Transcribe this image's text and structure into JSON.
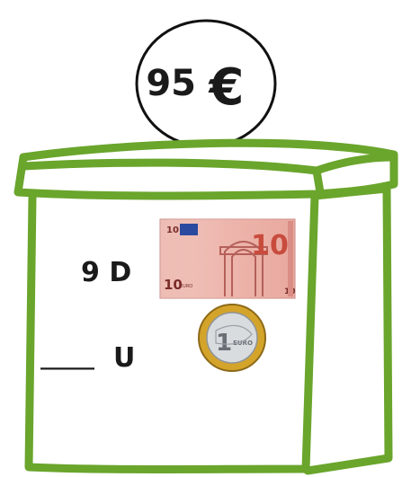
{
  "coin_bubble": {
    "amount": "95",
    "currency_symbol": "€"
  },
  "box": {
    "tens_label": "9 D",
    "units_label": "U",
    "units_blank": "_____"
  },
  "banknote": {
    "value_left_top": "10",
    "value_big": "10",
    "value_left_bottom": "10",
    "currency_word": "EURO",
    "denomination_right": "10"
  },
  "coin": {
    "value": "1",
    "word": "EURO"
  },
  "colors": {
    "box_outline": "#6aa52c",
    "circle_outline": "#111111",
    "note_pink": "#e6a39b",
    "coin_gold": "#d4a42a",
    "coin_silver": "#cfd3d6"
  }
}
